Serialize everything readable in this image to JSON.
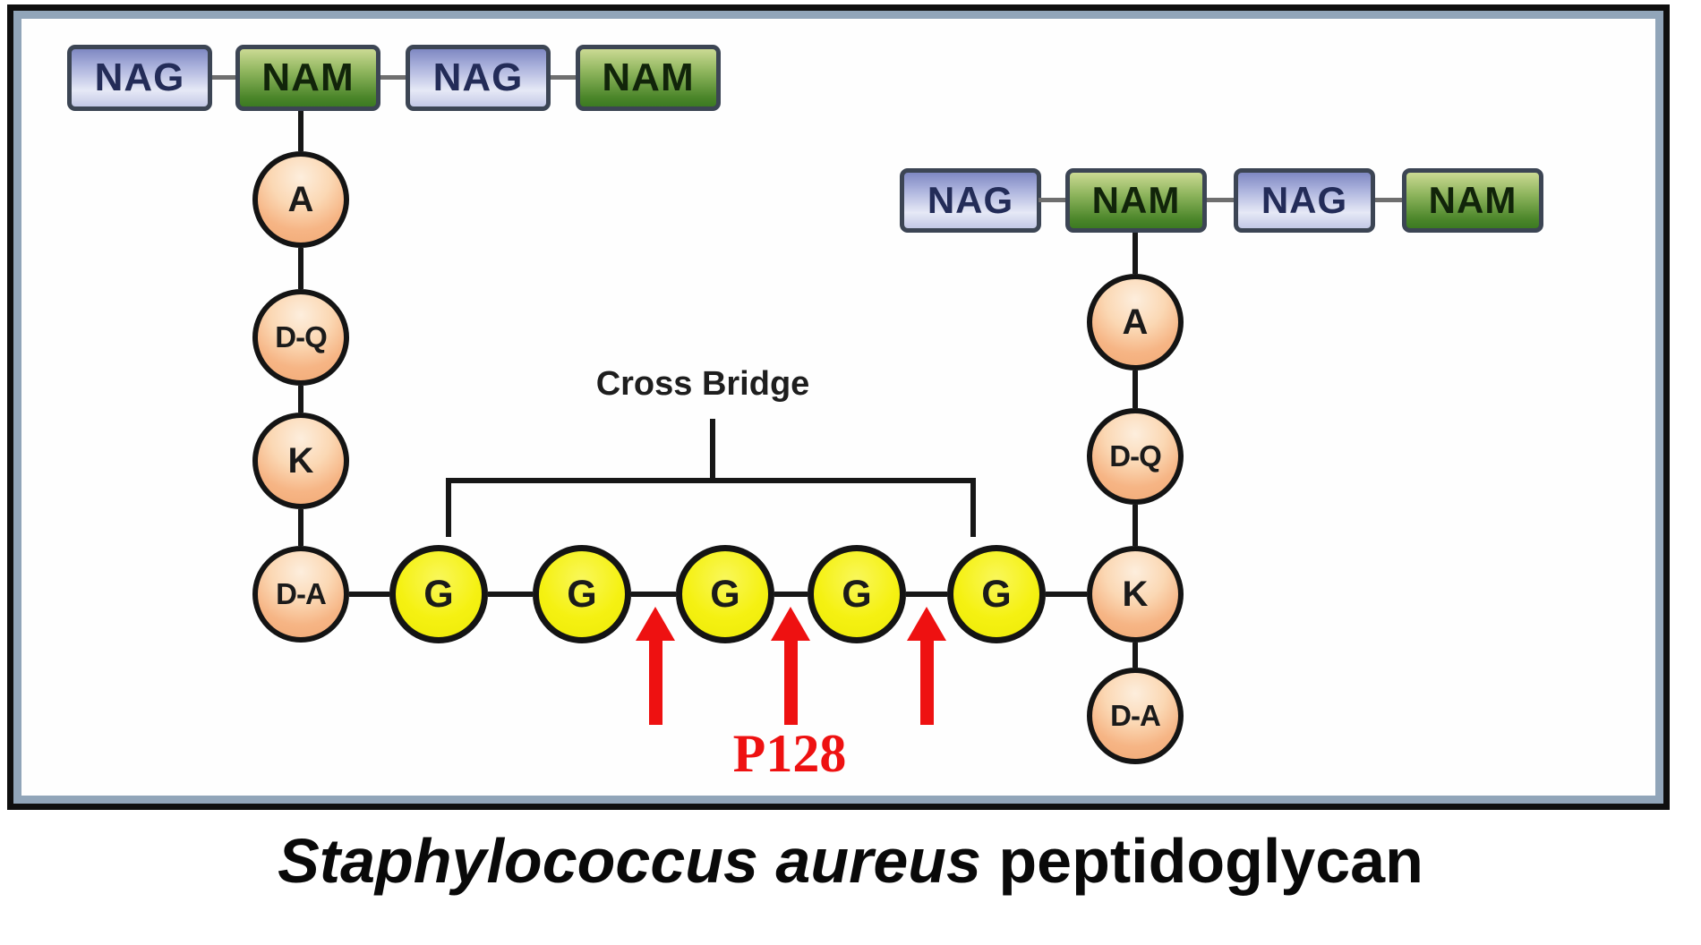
{
  "chains": {
    "top_left_glycan": [
      "NAG",
      "NAM",
      "NAG",
      "NAM"
    ],
    "right_glycan": [
      "NAG",
      "NAM",
      "NAG",
      "NAM"
    ],
    "left_peptide": [
      "A",
      "D-Q",
      "K",
      "D-A"
    ],
    "right_peptide": [
      "A",
      "D-Q",
      "K",
      "D-A"
    ],
    "pentaglycine_bridge": [
      "G",
      "G",
      "G",
      "G",
      "G"
    ]
  },
  "annotations": {
    "cross_bridge": "Cross Bridge",
    "cleavage_label": "P128",
    "cleavage_arrow_count": 3
  },
  "caption": {
    "species_italic": "Staphylococcus aureus",
    "suffix": " peptidoglycan"
  },
  "colors": {
    "nag_box_top": "#7f88c2",
    "nag_box_bottom": "#c3c8e6",
    "nam_box_top": "#cbda93",
    "nam_box_bottom": "#3c7a22",
    "residue_circle": "#f6b585",
    "glycine_circle": "#f5f112",
    "arrow_red": "#ee1111",
    "frame_inner_band": "#91a5b9",
    "box_border": "#3c4554"
  }
}
